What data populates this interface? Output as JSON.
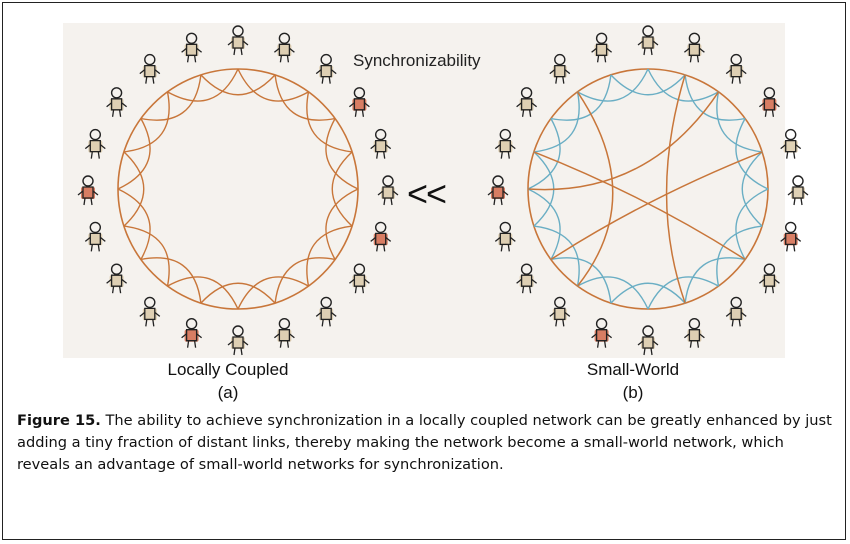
{
  "figure": {
    "top_label": "Synchronizability",
    "comparator": "<<",
    "panels": [
      {
        "title": "Locally Coupled",
        "tag": "(a)"
      },
      {
        "title": "Small-World",
        "tag": "(b)"
      }
    ]
  },
  "caption": {
    "label": "Figure 15.",
    "text": "The ability to achieve synchronization in a locally coupled network can be greatly enhanced by just adding a tiny fraction of distant links, thereby making the network become a small-world network, which reveals an advantage of small-world networks for synchronization."
  },
  "colors": {
    "local_link": "#c8763a",
    "shortcut_link": "#6aaec4",
    "person_highlight": "#d2694a",
    "person_plain": "#d9c9a8"
  },
  "illustration": {
    "person_count": 20,
    "highlighted_people": [
      3,
      6,
      11,
      15
    ],
    "shortcuts": [
      [
        1,
        9
      ],
      [
        4,
        13
      ],
      [
        7,
        16
      ],
      [
        12,
        18
      ],
      [
        2,
        15
      ]
    ]
  }
}
